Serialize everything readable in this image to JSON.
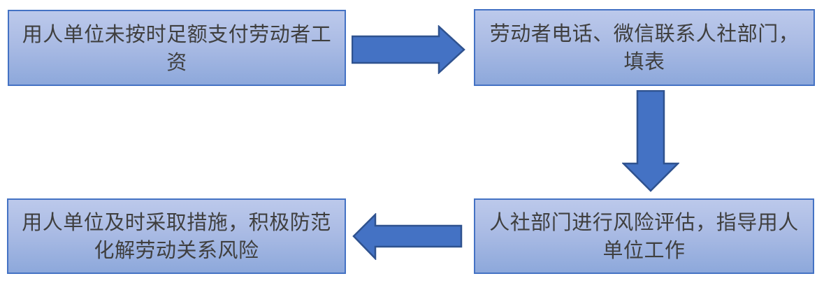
{
  "flowchart": {
    "background_color": "#ffffff",
    "box_fill_top": "#bcc9eb",
    "box_fill_bottom": "#8da8db",
    "box_border_color": "#4472c4",
    "arrow_fill_color": "#4472c4",
    "arrow_border_color": "#2f528f",
    "text_color": "#3f3f3f",
    "steps": [
      {
        "position": "top-left",
        "text": "用人单位未按时足额支付劳动者工资",
        "lines": [
          "用人单位未按时足额支付劳动者工",
          "资"
        ]
      },
      {
        "position": "top-right",
        "text": "劳动者电话、微信联系人社部门，填表",
        "lines": [
          "劳动者电话、微信联系人社部门，",
          "填表"
        ]
      },
      {
        "position": "bottom-right",
        "text": "人社部门进行风险评估，指导用人单位工作",
        "lines": [
          "人社部门进行风险评估，指导用人",
          "单位工作"
        ]
      },
      {
        "position": "bottom-left",
        "text": "用人单位及时采取措施，积极防范化解劳动关系风险",
        "lines": [
          "用人单位及时采取措施，积极防范",
          "化解劳动关系风险"
        ]
      }
    ],
    "arrows": [
      {
        "direction": "right",
        "from_step": 1,
        "to_step": 2
      },
      {
        "direction": "down",
        "from_step": 2,
        "to_step": 3
      },
      {
        "direction": "left",
        "from_step": 3,
        "to_step": 4
      }
    ]
  }
}
